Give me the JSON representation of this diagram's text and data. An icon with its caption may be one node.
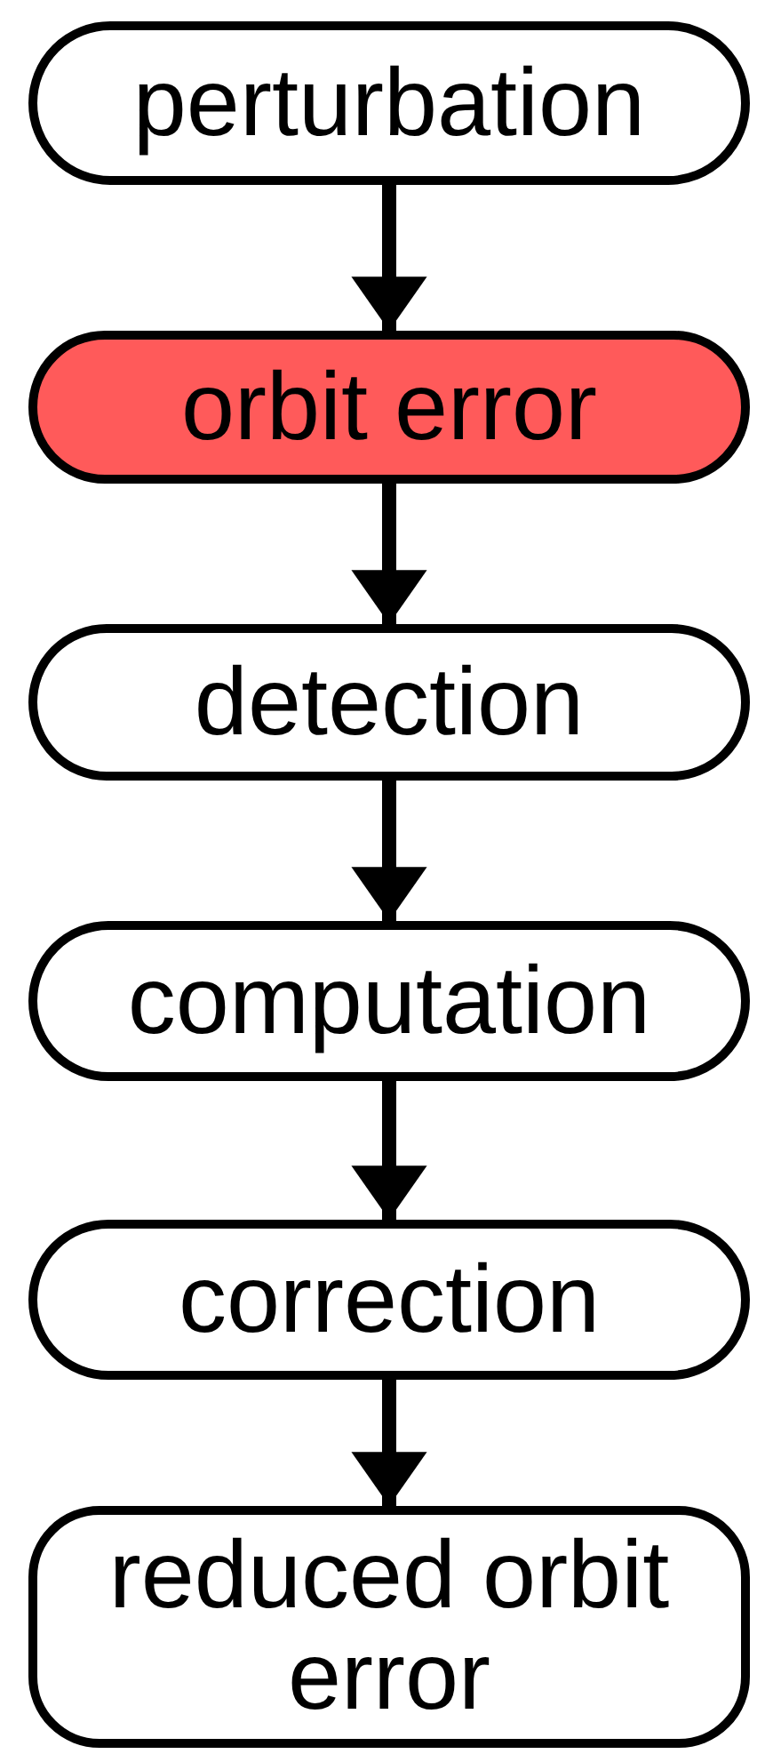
{
  "diagram": {
    "nodes": [
      {
        "text": [
          "perturbation"
        ]
      },
      {
        "text": [
          "orbit error"
        ]
      },
      {
        "text": [
          "detection"
        ]
      },
      {
        "text": [
          "computation"
        ]
      },
      {
        "text": [
          "correction"
        ]
      },
      {
        "text": [
          "reduced orbit error"
        ]
      }
    ],
    "edges": [
      {
        "from": 0,
        "to": 1,
        "arrow": "to"
      },
      {
        "from": 1,
        "to": 2,
        "arrow": "to"
      },
      {
        "from": 2,
        "to": 3,
        "arrow": "to"
      },
      {
        "from": 3,
        "to": 4,
        "arrow": "to"
      },
      {
        "from": 4,
        "to": 5,
        "arrow": "to"
      }
    ]
  }
}
